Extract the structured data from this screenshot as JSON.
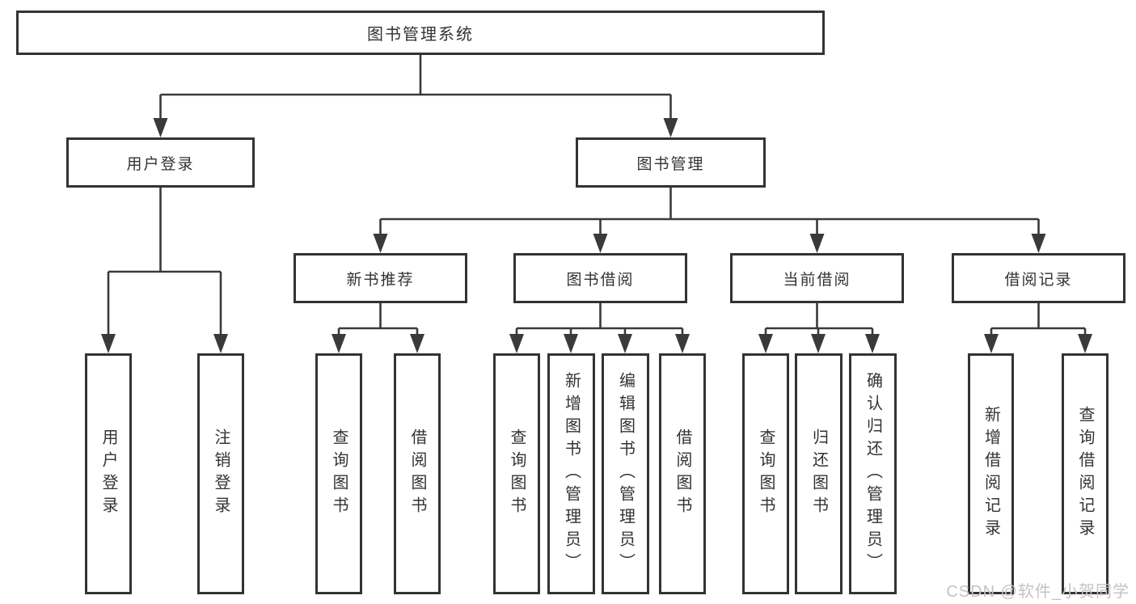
{
  "tree": {
    "root": "图书管理系统",
    "children": [
      {
        "label": "用户登录",
        "children": [
          "用户登录",
          "注销登录"
        ]
      },
      {
        "label": "图书管理",
        "children": [
          {
            "label": "新书推荐",
            "children": [
              "查询图书",
              "借阅图书"
            ]
          },
          {
            "label": "图书借阅",
            "children": [
              "查询图书",
              "新增图书（管理员）",
              "编辑图书（管理员）",
              "借阅图书"
            ]
          },
          {
            "label": "当前借阅",
            "children": [
              "查询图书",
              "归还图书",
              "确认归还（管理员）"
            ]
          },
          {
            "label": "借阅记录",
            "children": [
              "新增借阅记录",
              "查询借阅记录"
            ]
          }
        ]
      }
    ]
  },
  "watermark": "CSDN @软件_小贺同学",
  "colors": {
    "line": "#3a3a3a",
    "border": "#333333",
    "text": "#333333",
    "watermark": "#c9c0c7",
    "background": "#ffffff"
  }
}
